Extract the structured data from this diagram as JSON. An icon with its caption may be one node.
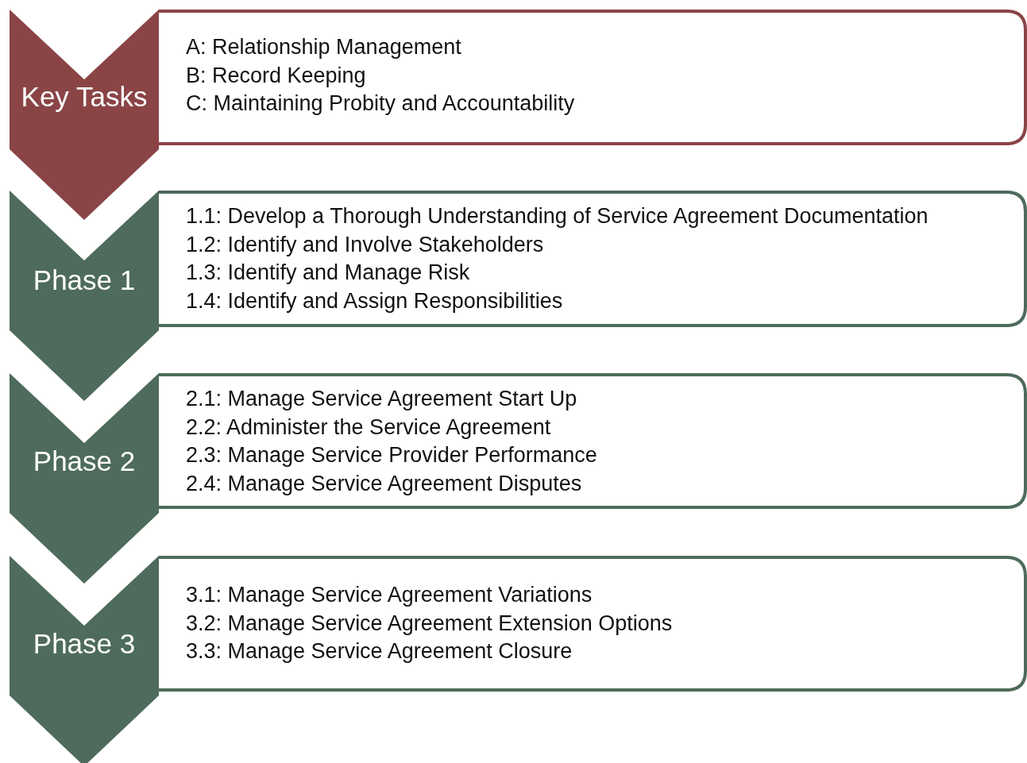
{
  "diagram": {
    "nodes": [
      {
        "text": [
          "Key Tasks"
        ]
      },
      {
        "text": [
          "A: Relationship Management",
          "B: Record Keeping",
          "C: Maintaining Probity and Accountability"
        ]
      },
      {
        "text": [
          "Phase 1"
        ]
      },
      {
        "text": [
          "1.1: Develop a Thorough Understanding of Service Agreement Documentation",
          "1.2: Identify and Involve Stakeholders",
          "1.3: Identify and Manage Risk",
          "1.4: Identify and Assign Responsibilities"
        ]
      },
      {
        "text": [
          "Phase 2"
        ]
      },
      {
        "text": [
          "2.1: Manage Service Agreement Start Up",
          "2.2: Administer the Service Agreement",
          "2.3: Manage Service Provider Performance",
          "2.4: Manage Service Agreement Disputes"
        ]
      },
      {
        "text": [
          "Phase 3"
        ]
      },
      {
        "text": [
          "3.1: Manage Service Agreement Variations",
          "3.2: Manage Service Agreement Extension Options",
          "3.3: Manage Service Agreement Closure"
        ]
      }
    ]
  }
}
